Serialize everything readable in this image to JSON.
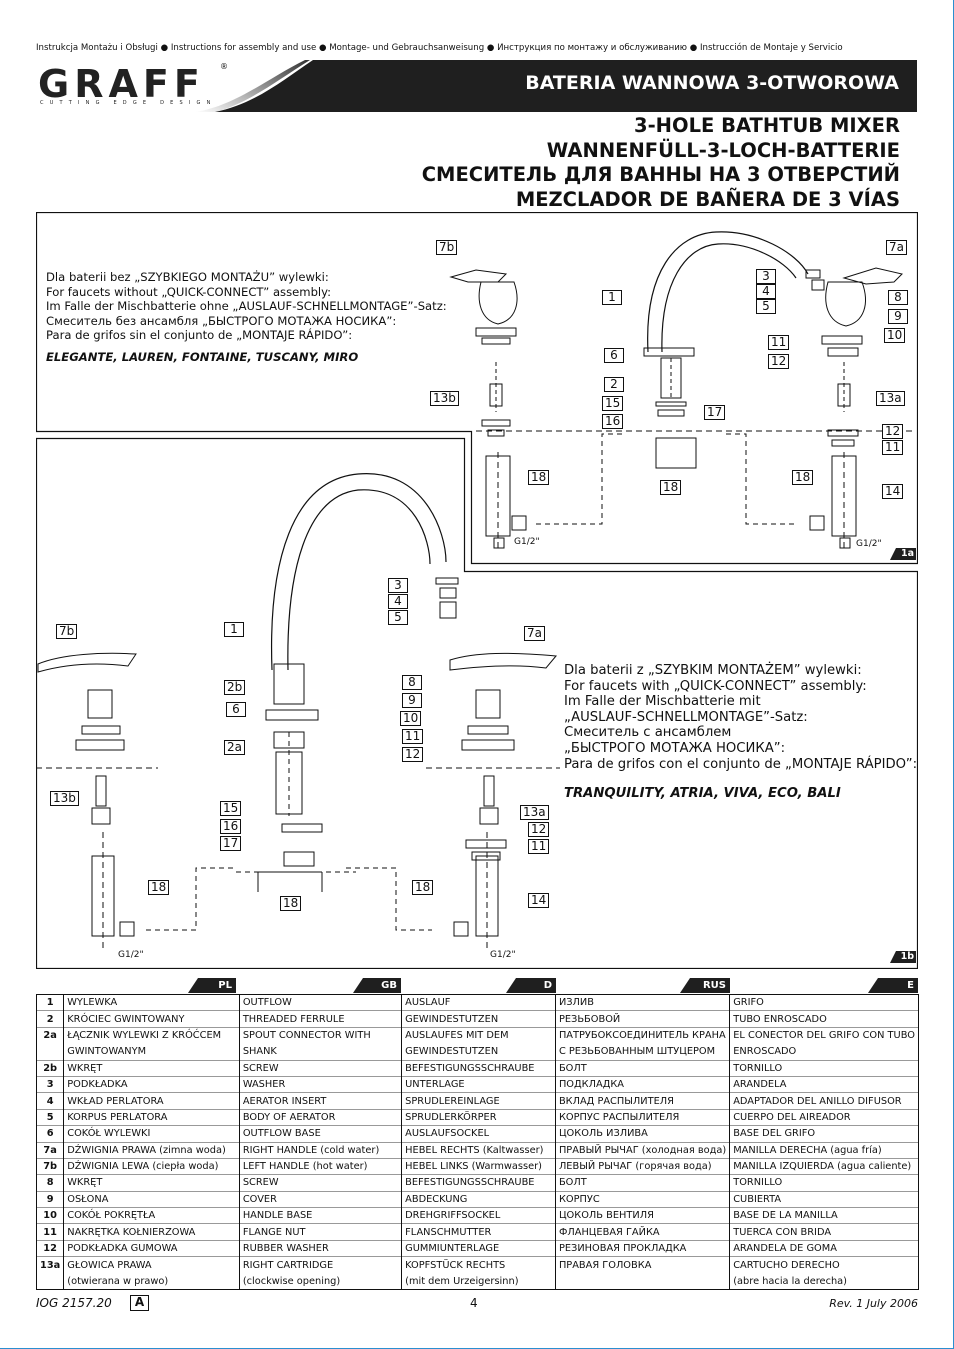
{
  "header": {
    "instructions_line": "Instrukcja Montażu i Obsługi ● Instructions for assembly and use ● Montage- und Gebrauchsanweisung ● Инструкция по монтажу и обслуживанию ● Instrucción de Montaje y Servicio",
    "brand": "GRAFF",
    "brand_mark": "®",
    "brand_tagline": "CUTTING EDGE DESIGN",
    "product_title_pl": "BATERIA WANNOWA 3-OTWOROWA",
    "title_gb": "3-HOLE BATHTUB MIXER",
    "title_de": "WANNENFÜLL-3-LOCH-BATTERIE",
    "title_ru": "СМЕСИТЕЛЬ ДЛЯ ВАННЫ НА 3 ОТВЕРСТИЙ",
    "title_es": "MEZCLADOR DE BAÑERA DE 3 VÍAS"
  },
  "diagram": {
    "note_1a": [
      "Dla baterii bez „SZYBKIEGO MONTAŻU” wylewki:",
      "For faucets without „QUICK-CONNECT” assembly:",
      "Im Falle der Mischbatterie ohne „AUSLAUF-SCHNELLMONTAGE”-Satz:",
      "Смеситель без ансамбля „БЫСТРОГО МОТАЖА НОСИКА”:",
      "Para de grifos sin el conjunto de „MONTAJE RÁPIDO”:"
    ],
    "models_1a": "ELEGANTE, LAUREN, FONTAINE, TUSCANY, MIRO",
    "note_1b": [
      "Dla baterii z „SZYBKIM MONTAŻEM” wylewki:",
      "For faucets with „QUICK-CONNECT” assembly:",
      "Im Falle der Mischbatterie mit",
      "„AUSLAUF-SCHNELLMONTAGE”-Satz:",
      "Смеситель с ансамблем",
      "„БЫСТРОГО МОТАЖА НОСИКА”:",
      "Para de grifos con el conjunto de „MONTAJE RÁPIDO”:"
    ],
    "models_1b": "TRANQUILITY, ATRIA, VIVA, ECO, BALI",
    "thread": "G1/2\"",
    "fig_1a": "1a",
    "fig_1b": "1b",
    "callouts_1a": [
      "7b",
      "1",
      "6",
      "2",
      "15",
      "16",
      "17",
      "18",
      "13b",
      "3",
      "4",
      "5",
      "7a",
      "8",
      "9",
      "10",
      "11",
      "12",
      "13a",
      "12",
      "11",
      "14",
      "18",
      "18"
    ],
    "callouts_1b": [
      "7b",
      "1",
      "2b",
      "6",
      "2a",
      "13b",
      "15",
      "16",
      "17",
      "18",
      "18",
      "3",
      "4",
      "5",
      "7a",
      "8",
      "9",
      "10",
      "11",
      "12",
      "13a",
      "12",
      "11",
      "14",
      "18"
    ]
  },
  "languages": [
    "PL",
    "GB",
    "D",
    "RUS",
    "E"
  ],
  "parts": [
    {
      "n": "1",
      "pl": "WYLEWKA",
      "gb": "OUTFLOW",
      "d": "AUSLAUF",
      "rus": "ИЗЛИВ",
      "e": "GRIFO"
    },
    {
      "n": "2",
      "pl": "KRÓCIEC GWINTOWANY",
      "gb": "THREADED FERRULE",
      "d": "GEWINDESTUTZEN",
      "rus": "РЕЗЬБОВОЙ",
      "e": "TUBO ENROSCADO"
    },
    {
      "n": "2a",
      "pl": "ŁĄCZNIK WYLEWKI Z KRÓĆCEM",
      "gb": "SPOUT CONNECTOR WITH",
      "d": "AUSLAUFES MIT DEM",
      "rus": "ПАТРУБОКСОЕДИНИТЕЛЬ КРАНА",
      "e": "EL CONECTOR DEL GRIFO CON TUBO"
    },
    {
      "n": "",
      "pl": "GWINTOWANYM",
      "gb": "SHANK",
      "d": "GEWINDESTUTZEN",
      "rus": "С РЕЗЬБОВАННЫМ ШТУЦЕРОМ",
      "e": "ENROSCADO"
    },
    {
      "n": "2b",
      "pl": "WKRĘT",
      "gb": "SCREW",
      "d": "BEFESTIGUNGSSCHRAUBE",
      "rus": "БОЛТ",
      "e": "TORNILLO"
    },
    {
      "n": "3",
      "pl": "PODKŁADKA",
      "gb": "WASHER",
      "d": "UNTERLAGE",
      "rus": "ПОДКЛАДКА",
      "e": "ARANDELA"
    },
    {
      "n": "4",
      "pl": "WKŁAD PERLATORA",
      "gb": "AERATOR INSERT",
      "d": "SPRUDLEREINLAGE",
      "rus": "ВКЛАД РАСПЫЛИТЕЛЯ",
      "e": "ADAPTADOR DEL ANILLO DIFUSOR"
    },
    {
      "n": "5",
      "pl": "KORPUS PERLATORA",
      "gb": "BODY OF AERATOR",
      "d": "SPRUDLERKÖRPER",
      "rus": "КОРПУС РАСПЫЛИТЕЛЯ",
      "e": "CUERPO DEL AIREADOR"
    },
    {
      "n": "6",
      "pl": "COKÓŁ WYLEWKI",
      "gb": "OUTFLOW BASE",
      "d": "AUSLAUFSOCKEL",
      "rus": "ЦОКОЛЬ ИЗЛИВА",
      "e": "BASE DEL GRIFO"
    },
    {
      "n": "7a",
      "pl": "DŹWIGNIA PRAWA (zimna woda)",
      "gb": "RIGHT HANDLE (cold water)",
      "d": "HEBEL RECHTS (Kaltwasser)",
      "rus": "ПРАВЫЙ РЫЧАГ (холодная вода)",
      "e": "MANILLA DERECHA (agua fría)"
    },
    {
      "n": "7b",
      "pl": "DŹWIGNIA LEWA (ciepła woda)",
      "gb": "LEFT HANDLE (hot water)",
      "d": "HEBEL LINKS (Warmwasser)",
      "rus": "ЛЕВЫЙ РЫЧАГ (горячая вода)",
      "e": "MANILLA IZQUIERDA (agua caliente)"
    },
    {
      "n": "8",
      "pl": "WKRĘT",
      "gb": "SCREW",
      "d": "BEFESTIGUNGSSCHRAUBE",
      "rus": "БОЛТ",
      "e": "TORNILLO"
    },
    {
      "n": "9",
      "pl": "OSŁONA",
      "gb": "COVER",
      "d": "ABDECKUNG",
      "rus": "КОРПУС",
      "e": "CUBIERTA"
    },
    {
      "n": "10",
      "pl": "COKÓŁ POKRĘTŁA",
      "gb": "HANDLE BASE",
      "d": "DREHGRIFFSOCKEL",
      "rus": "ЦОКОЛЬ ВЕНТИЛЯ",
      "e": "BASE DE LA MANILLA"
    },
    {
      "n": "11",
      "pl": "NAKRĘTKA KOŁNIERZOWA",
      "gb": "FLANGE NUT",
      "d": "FLANSCHMUTTER",
      "rus": "ФЛАНЦЕВАЯ ГАЙКА",
      "e": "TUERCA CON BRIDA"
    },
    {
      "n": "12",
      "pl": "PODKŁADKA GUMOWA",
      "gb": "RUBBER WASHER",
      "d": "GUMMIUNTERLAGE",
      "rus": "РЕЗИНОВАЯ ПРОКЛАДКА",
      "e": "ARANDELA DE GOMA"
    },
    {
      "n": "13a",
      "pl": "GŁOWICA PRAWA",
      "gb": "RIGHT CARTRIDGE",
      "d": "KOPFSTÜCK RECHTS",
      "rus": "ПРАВАЯ ГОЛОВКА",
      "e": "CARTUCHO DERECHO"
    },
    {
      "n": "",
      "pl": "(otwierana w prawo)",
      "gb": "(clockwise opening)",
      "d": "(mit dem Urzeigersinn)",
      "rus": "",
      "e": "(abre hacia la derecha)"
    }
  ],
  "footer": {
    "code": "IOG 2157.20",
    "variant": "A",
    "page": "4",
    "revision": "Rev. 1 July 2006"
  }
}
